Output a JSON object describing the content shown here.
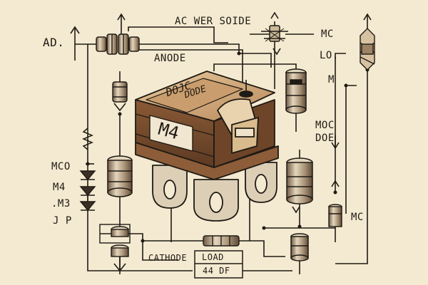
{
  "labels": {
    "ad": "AD.",
    "ac_wer_soide": "AC WER SOIDE",
    "anode": "ANODE",
    "mc_top": "MC",
    "lo": "LO.",
    "m": "M",
    "mco": "MCO",
    "m4_left": "M4",
    "m3": ".M3",
    "jp": "J P",
    "moc": "MOC",
    "doe": "DOE",
    "mc_right": "MC",
    "cathode": "CATHODE",
    "load": "LOAD",
    "load_value": "44 DF"
  },
  "chip": {
    "top_line1": "DOJC",
    "top_line2": "DODE",
    "front": "M4"
  },
  "colors": {
    "paper": "#f4ead1",
    "ink": "#1f1a14",
    "chip_dark": "#7a5132",
    "chip_mid": "#a8774e",
    "chip_light": "#d9b98d",
    "metal": "#d8cdb8"
  }
}
